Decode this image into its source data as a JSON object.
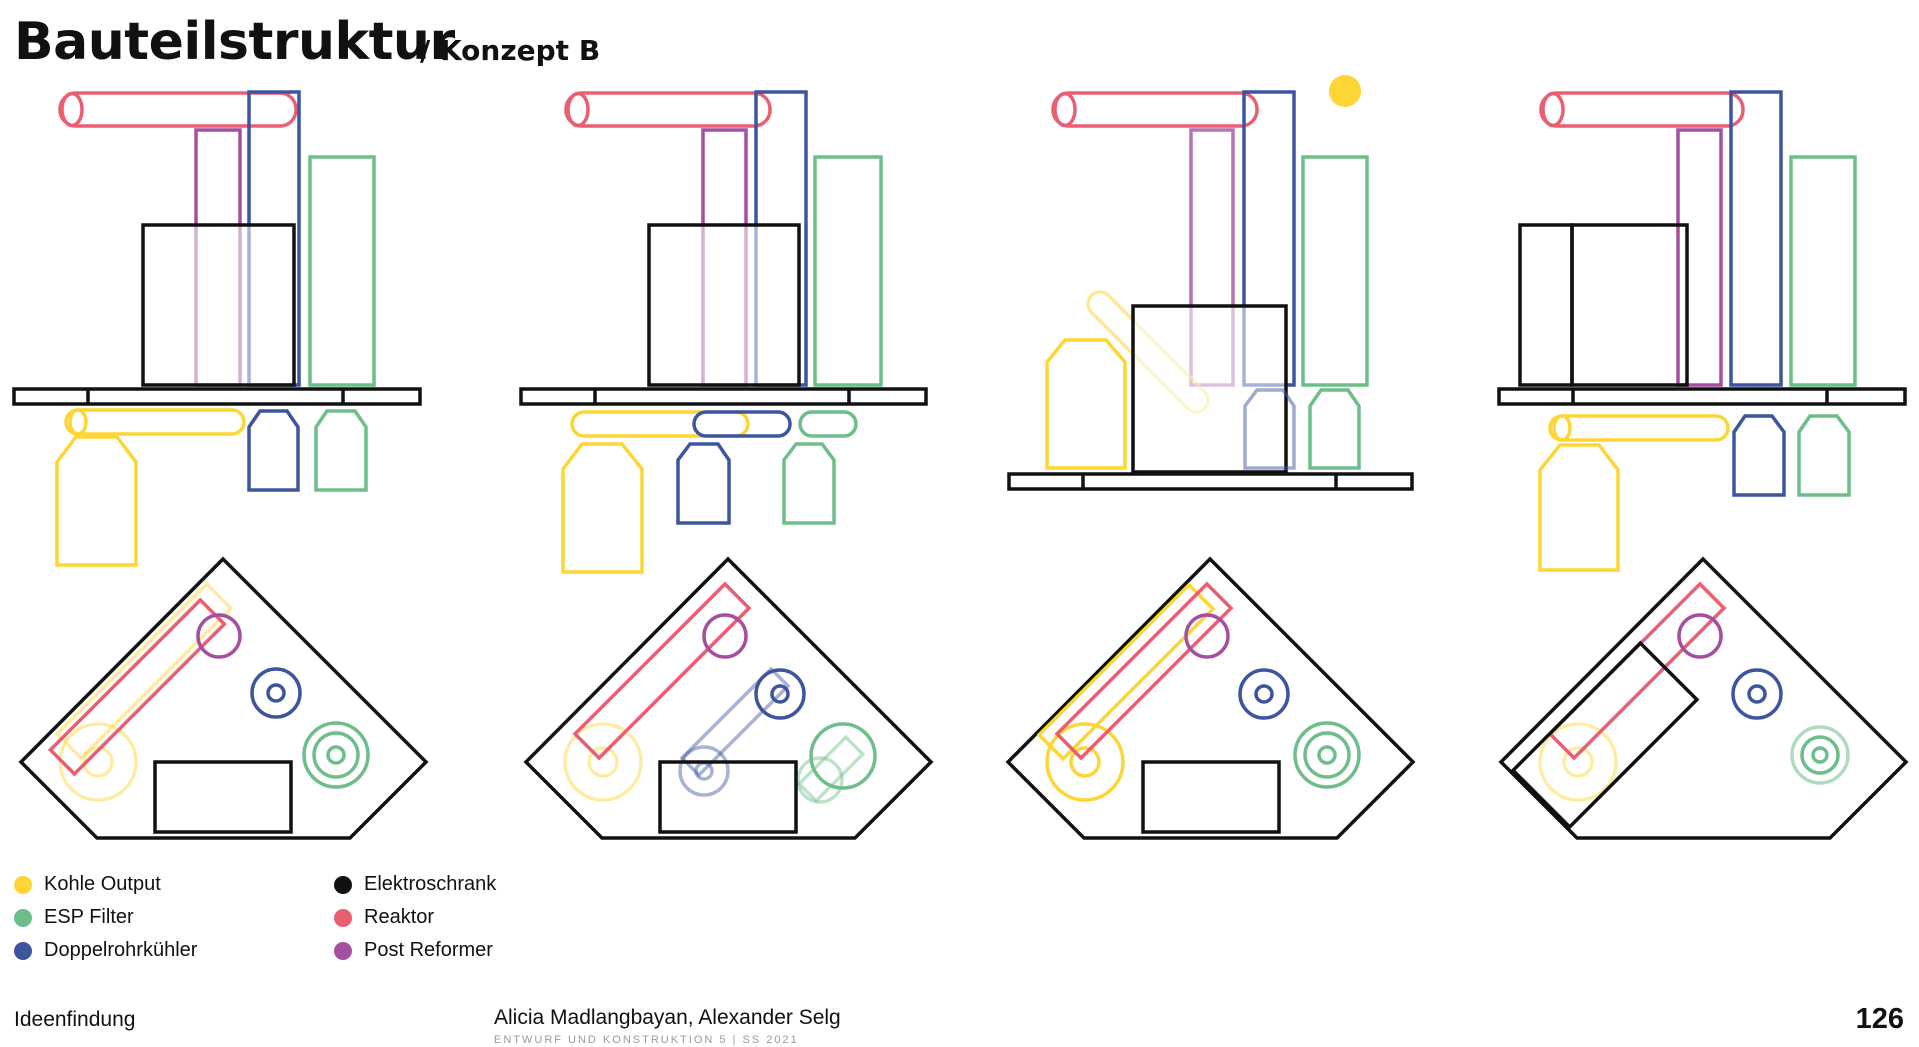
{
  "header": {
    "title": "Bauteilstruktur",
    "subtitle": "/ Konzept B"
  },
  "colors": {
    "kohle_output": "#FDD535",
    "esp_filter": "#6DBE88",
    "doppelrohrkuehler": "#3D559F",
    "elektroschrank": "#111111",
    "reaktor": "#EA5E72",
    "post_reformer": "#A4509E"
  },
  "legend": {
    "items": [
      {
        "label": "Kohle Output",
        "color": "#FDD535"
      },
      {
        "label": "ESP Filter",
        "color": "#6DBE88"
      },
      {
        "label": "Doppelrohrkühler",
        "color": "#3D559F"
      },
      {
        "label": "Elektroschrank",
        "color": "#111111"
      },
      {
        "label": "Reaktor",
        "color": "#EA5E72"
      },
      {
        "label": "Post Reformer",
        "color": "#A4509E"
      }
    ]
  },
  "footer": {
    "section": "Ideenfindung",
    "authors": "Alicia Madlangbayan, Alexander Selg",
    "course": "ENTWURF UND KONSTRUKTION 5 | SS 2021",
    "page_number": "126"
  }
}
